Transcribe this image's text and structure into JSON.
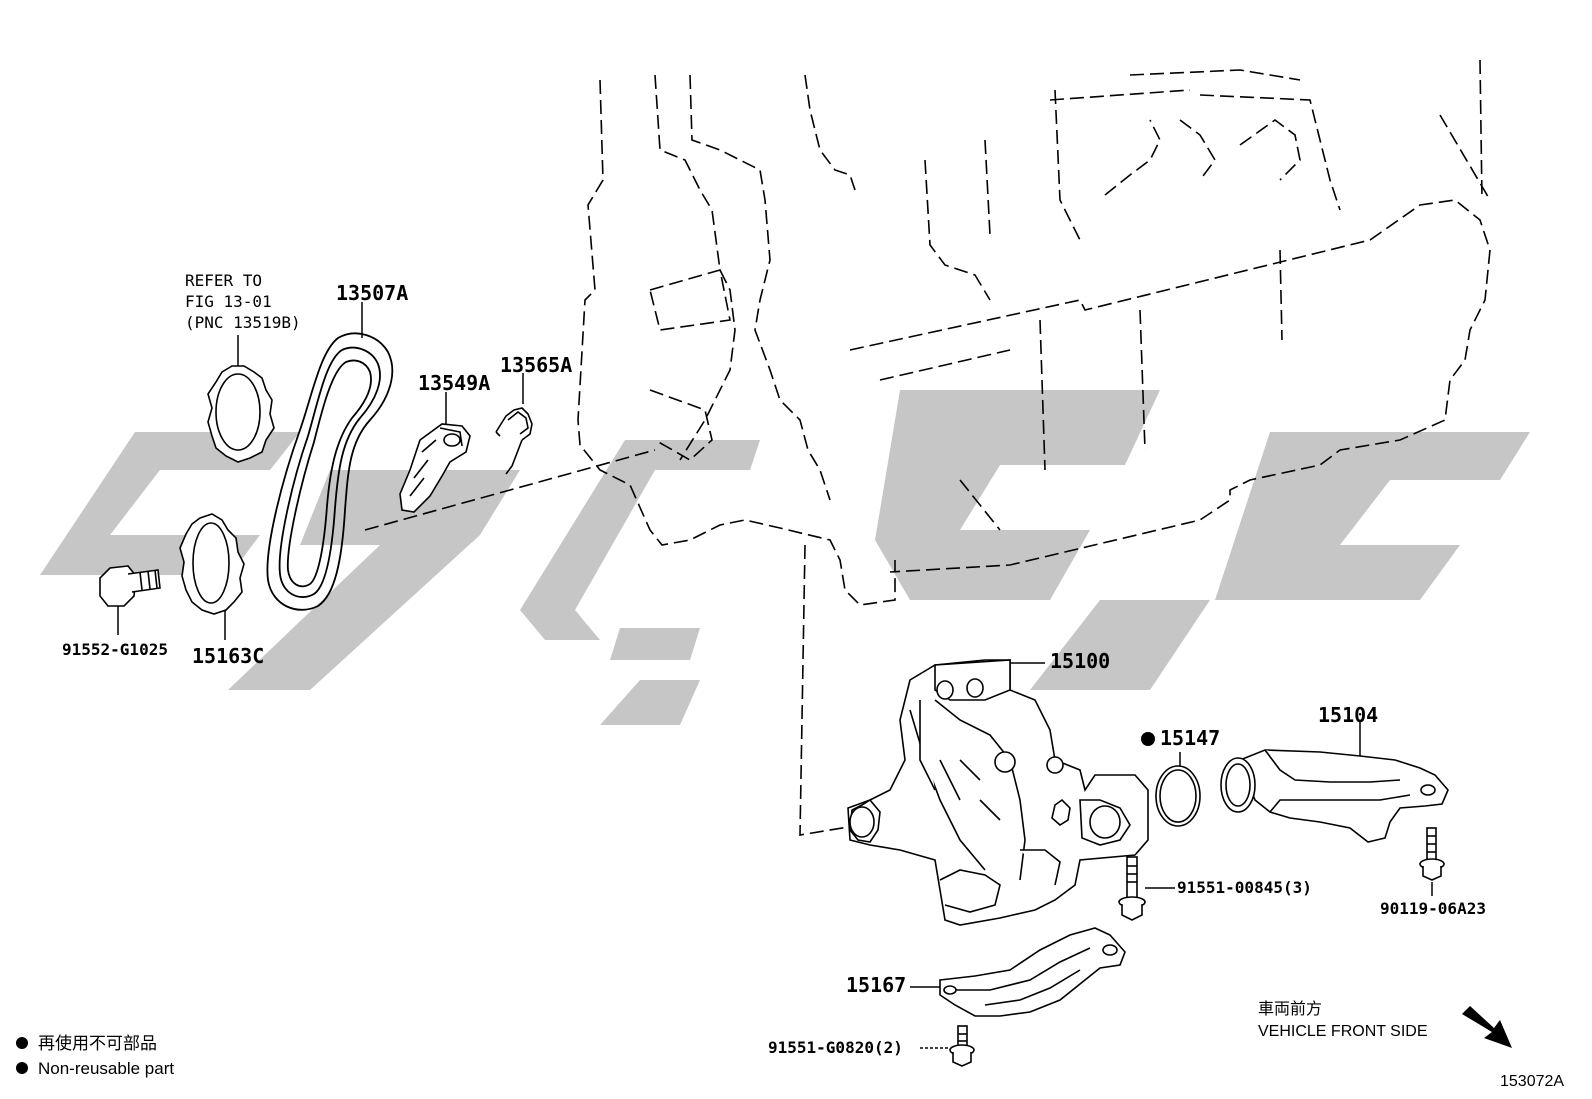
{
  "colors": {
    "line": "#000000",
    "watermark": "#c6c6c6",
    "background": "#ffffff"
  },
  "refer": {
    "line1": "REFER TO",
    "line2": "FIG 13-01",
    "line3": "(PNC 13519B)"
  },
  "labels": {
    "p13507A": "13507A",
    "p13549A": "13549A",
    "p13565A": "13565A",
    "p91552": "91552-G1025",
    "p15163C": "15163C",
    "p15100": "15100",
    "p15147": "15147",
    "p15104": "15104",
    "p91551_00845": "91551-00845(3)",
    "p90119": "90119-06A23",
    "p15167": "15167",
    "p91551_G0820": "91551-G0820(2)"
  },
  "legend": {
    "jp": "再使用不可部品",
    "en": "Non-reusable part"
  },
  "direction": {
    "jp": "車両前方",
    "en": "VEHICLE FRONT SIDE"
  },
  "figure_id": "153072A"
}
